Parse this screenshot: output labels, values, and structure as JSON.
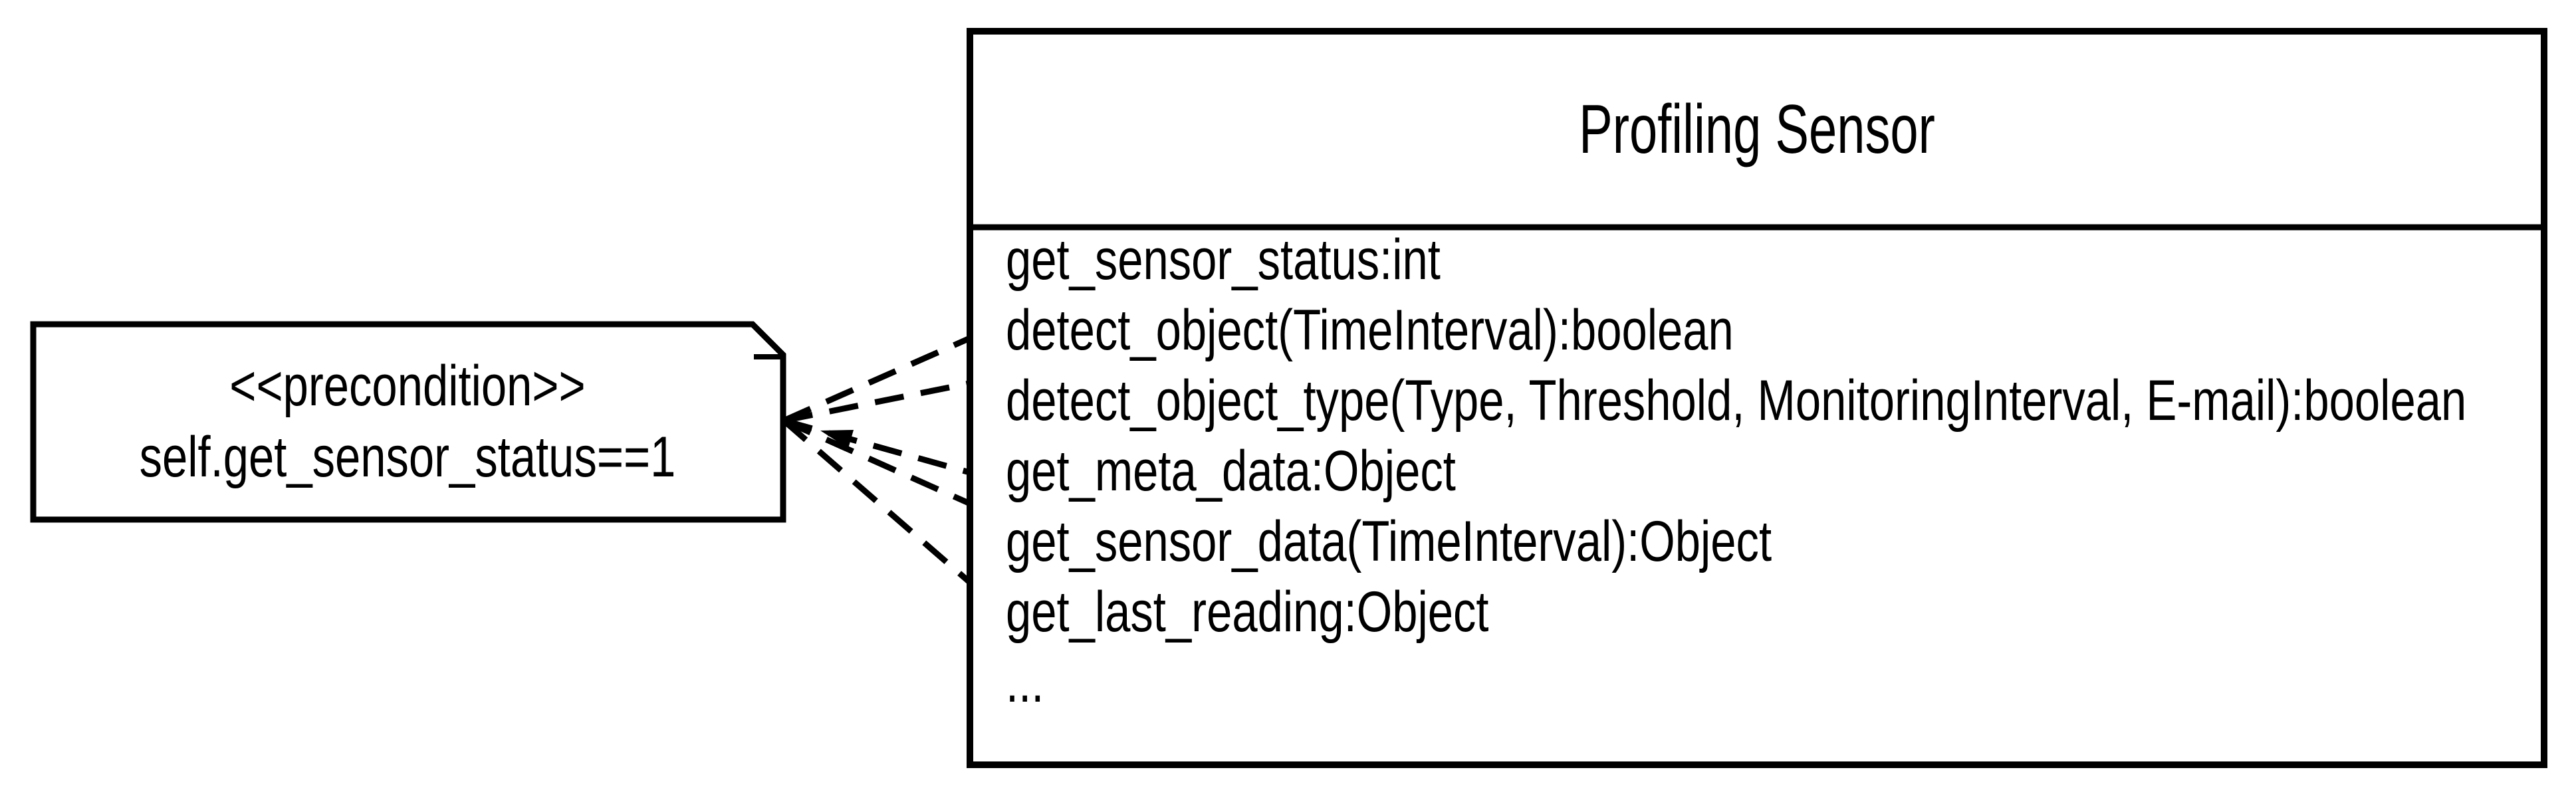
{
  "diagram": {
    "kind": "uml-class-diagram",
    "colors": {
      "ink": "#000000",
      "background": "#ffffff"
    }
  },
  "note": {
    "stereotype": "<<precondition>>",
    "constraint": "self.get_sensor_status==1"
  },
  "class_box": {
    "title": "Profiling Sensor",
    "methods": [
      "get_sensor_status:int",
      "detect_object(TimeInterval):boolean",
      "detect_object_type(Type, Threshold, MonitoringInterval, E-mail):boolean",
      "get_meta_data:Object",
      "get_sensor_data(TimeInterval):Object",
      "get_last_reading:Object",
      "..."
    ]
  }
}
